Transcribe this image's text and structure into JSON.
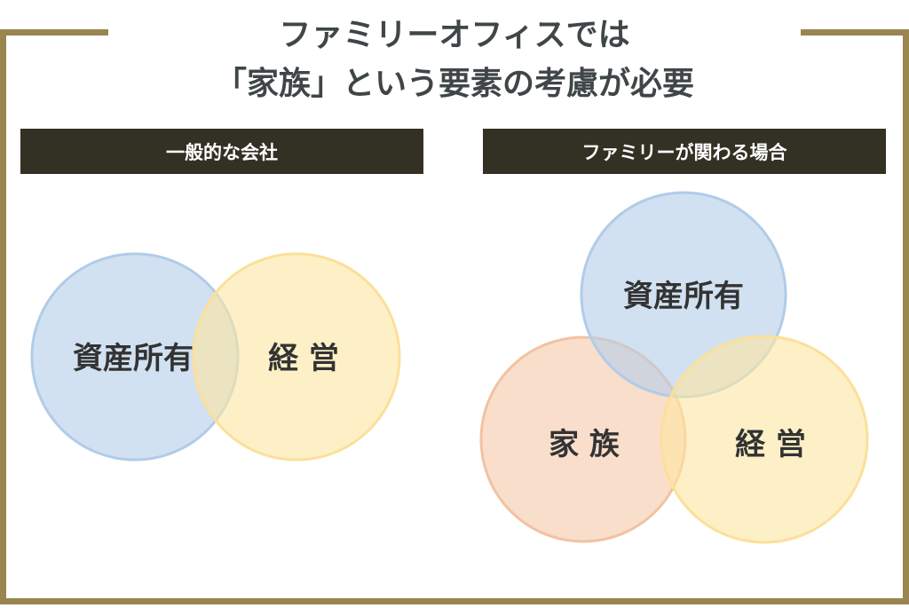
{
  "title": {
    "line1": "ファミリーオフィスでは",
    "line2": "「家族」という要素の考慮が必要"
  },
  "left": {
    "header": "一般的な会社",
    "circles": {
      "asset": "資産所有",
      "management": "経 営"
    }
  },
  "right": {
    "header": "ファミリーが関わる場合",
    "circles": {
      "asset": "資産所有",
      "family": "家 族",
      "management": "経 営"
    }
  },
  "colors": {
    "frame": "#9a8550",
    "header_bg": "#333024",
    "blue": "#b4cde8",
    "yellow": "#fde6a0",
    "orange": "#f5c8aa"
  }
}
